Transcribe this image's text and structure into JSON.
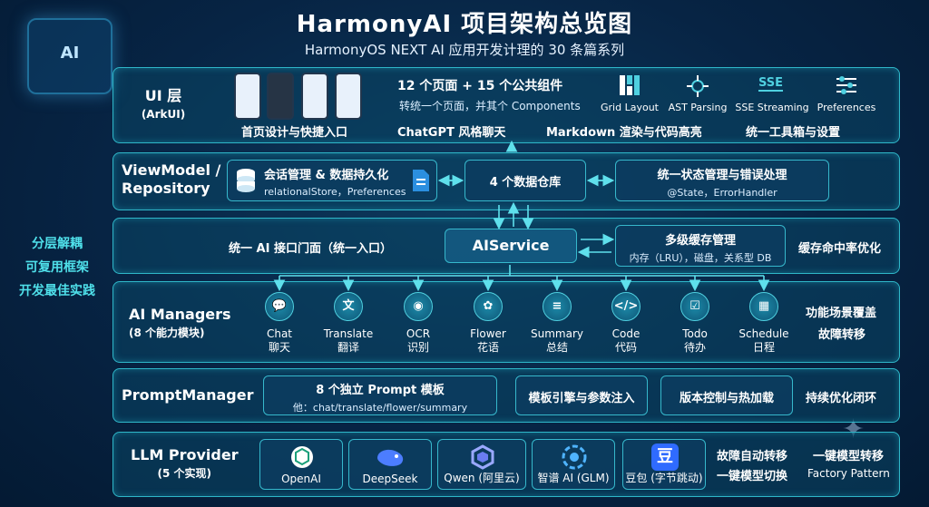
{
  "header": {
    "title": "HarmonyAI 项目架构总览图",
    "subtitle": "HarmonyOS NEXT AI 应用开发计理的 30 条篇系列"
  },
  "side_labels": [
    "分层解耦",
    "可复用框架",
    "开发最佳实践"
  ],
  "chip_label": "AI",
  "ui_layer": {
    "name": "UI 层",
    "sub": "(ArkUI)",
    "headline": "12 个页面 + 15 个公共组件",
    "desc": "转统一个页面，并其个 Components",
    "tools": [
      {
        "label": "Grid Layout",
        "icon": "grid-icon"
      },
      {
        "label": "AST Parsing",
        "icon": "ast-icon"
      },
      {
        "label": "SSE Streaming",
        "icon": "sse-icon"
      },
      {
        "label": "Preferences",
        "icon": "sliders-icon"
      }
    ],
    "bottom": [
      "首页设计与快捷入口",
      "ChatGPT 风格聊天",
      "Markdown 渲染与代码高亮",
      "统一工具箱与设置"
    ]
  },
  "vm_layer": {
    "name1": "ViewModel /",
    "name2": "Repository",
    "left_title": "会话管理 & 数据持久化",
    "left_sub": "relationalStore，Preferences",
    "center": "4 个数据仓库",
    "right_title": "统一状态管理与错误处理",
    "right_sub": "@State，ErrorHandler"
  },
  "service_layer": {
    "left": "统一 AI 接口门面（统一入口）",
    "center": "AIService",
    "cache_title": "多级缓存管理",
    "cache_sub": "内存（LRU），磁盘，关系型 DB",
    "right": "缓存命中率优化"
  },
  "managers_layer": {
    "name": "AI Managers",
    "sub": "(8 个能力模块)",
    "items": [
      {
        "en": "Chat",
        "zh": "聊天",
        "icon": "chat-icon"
      },
      {
        "en": "Translate",
        "zh": "翻译",
        "icon": "translate-icon"
      },
      {
        "en": "OCR",
        "zh": "识别",
        "icon": "eye-icon"
      },
      {
        "en": "Flower",
        "zh": "花语",
        "icon": "flower-icon"
      },
      {
        "en": "Summary",
        "zh": "总结",
        "icon": "document-icon"
      },
      {
        "en": "Code",
        "zh": "代码",
        "icon": "code-icon"
      },
      {
        "en": "Todo",
        "zh": "待办",
        "icon": "checklist-icon"
      },
      {
        "en": "Schedule",
        "zh": "日程",
        "icon": "calendar-icon"
      }
    ],
    "right1": "功能场景覆盖",
    "right2": "故障转移"
  },
  "prompt_layer": {
    "name": "PromptManager",
    "box1_title": "8 个独立 Prompt 模板",
    "box1_sub": "他：chat/translate/flower/summary",
    "box2": "模板引擎与参数注入",
    "box3": "版本控制与热加载",
    "right": "持续优化闭环"
  },
  "provider_layer": {
    "name": "LLM Provider",
    "sub": "(5 个实现)",
    "providers": [
      {
        "label": "OpenAI",
        "icon": "openai-icon"
      },
      {
        "label": "DeepSeek",
        "icon": "whale-icon"
      },
      {
        "label": "Qwen (阿里云)",
        "icon": "qwen-icon"
      },
      {
        "label": "智谱 AI (GLM)",
        "icon": "glm-icon"
      },
      {
        "label": "豆包 (字节跳动)",
        "icon": "doubao-icon"
      }
    ],
    "right1a": "故障自动转移",
    "right1b": "一键模型切换",
    "right2a": "一键模型转移",
    "right2b": "Factory Pattern",
    "doubao_char": "豆"
  },
  "colors": {
    "accent": "#2fb7c9",
    "side_text": "#4fe0ea",
    "bg": "#072444"
  }
}
